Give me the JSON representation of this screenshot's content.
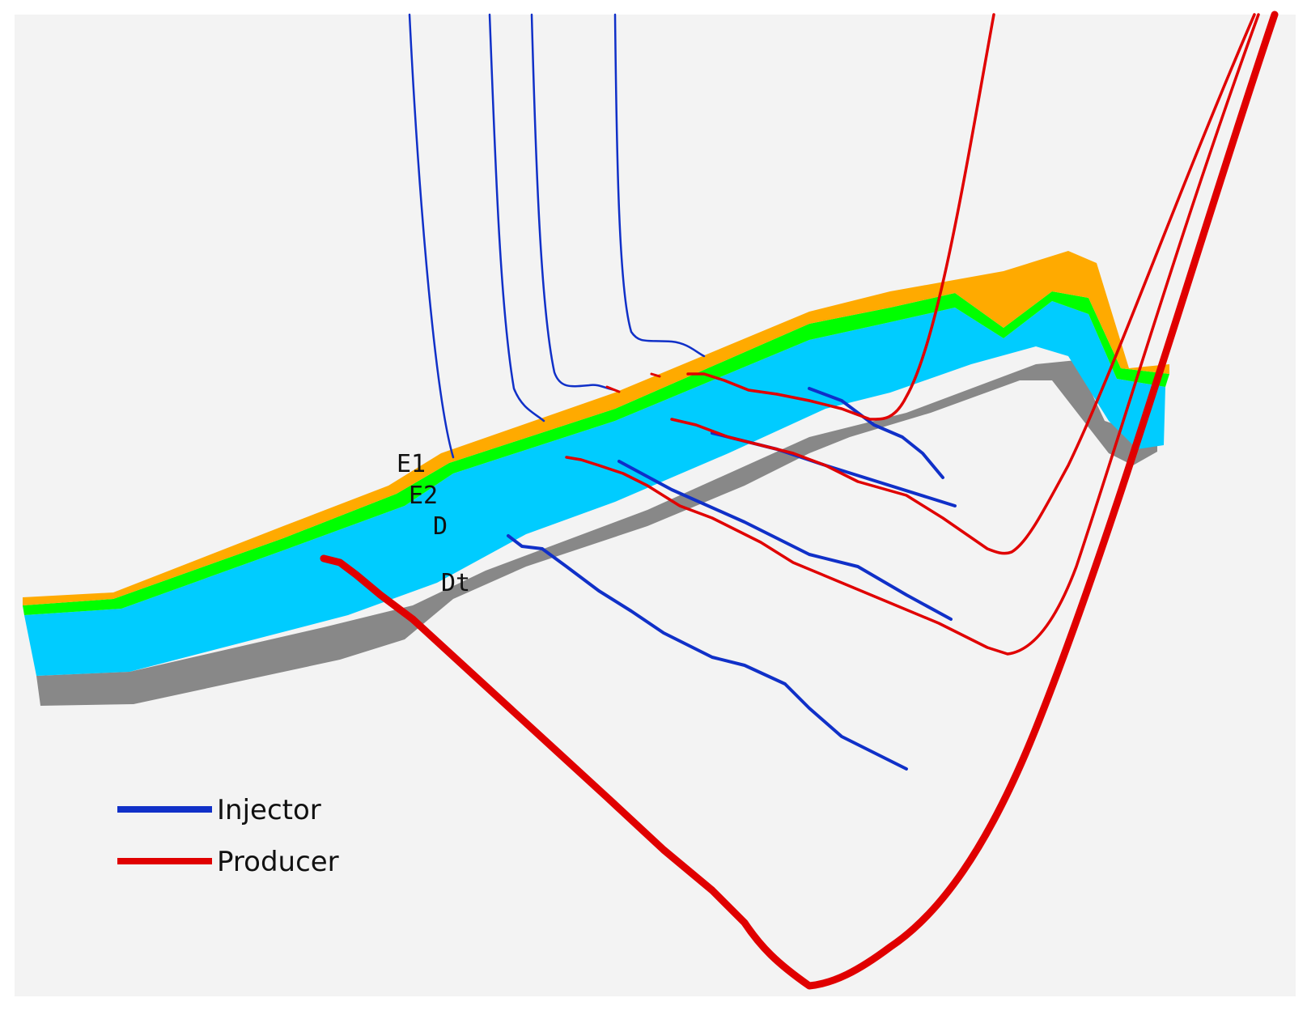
{
  "layers": [
    {
      "label": "E1",
      "color": "#ffaa00"
    },
    {
      "label": "E2",
      "color": "#00ff00"
    },
    {
      "label": "D",
      "color": "#00ccff"
    },
    {
      "label": "Dt",
      "color": "#888888"
    }
  ],
  "legend": {
    "injector": {
      "label": "Injector",
      "color": "#1030c8"
    },
    "producer": {
      "label": "Producer",
      "color": "#e00000"
    }
  },
  "background_color": "#f3f3f3"
}
